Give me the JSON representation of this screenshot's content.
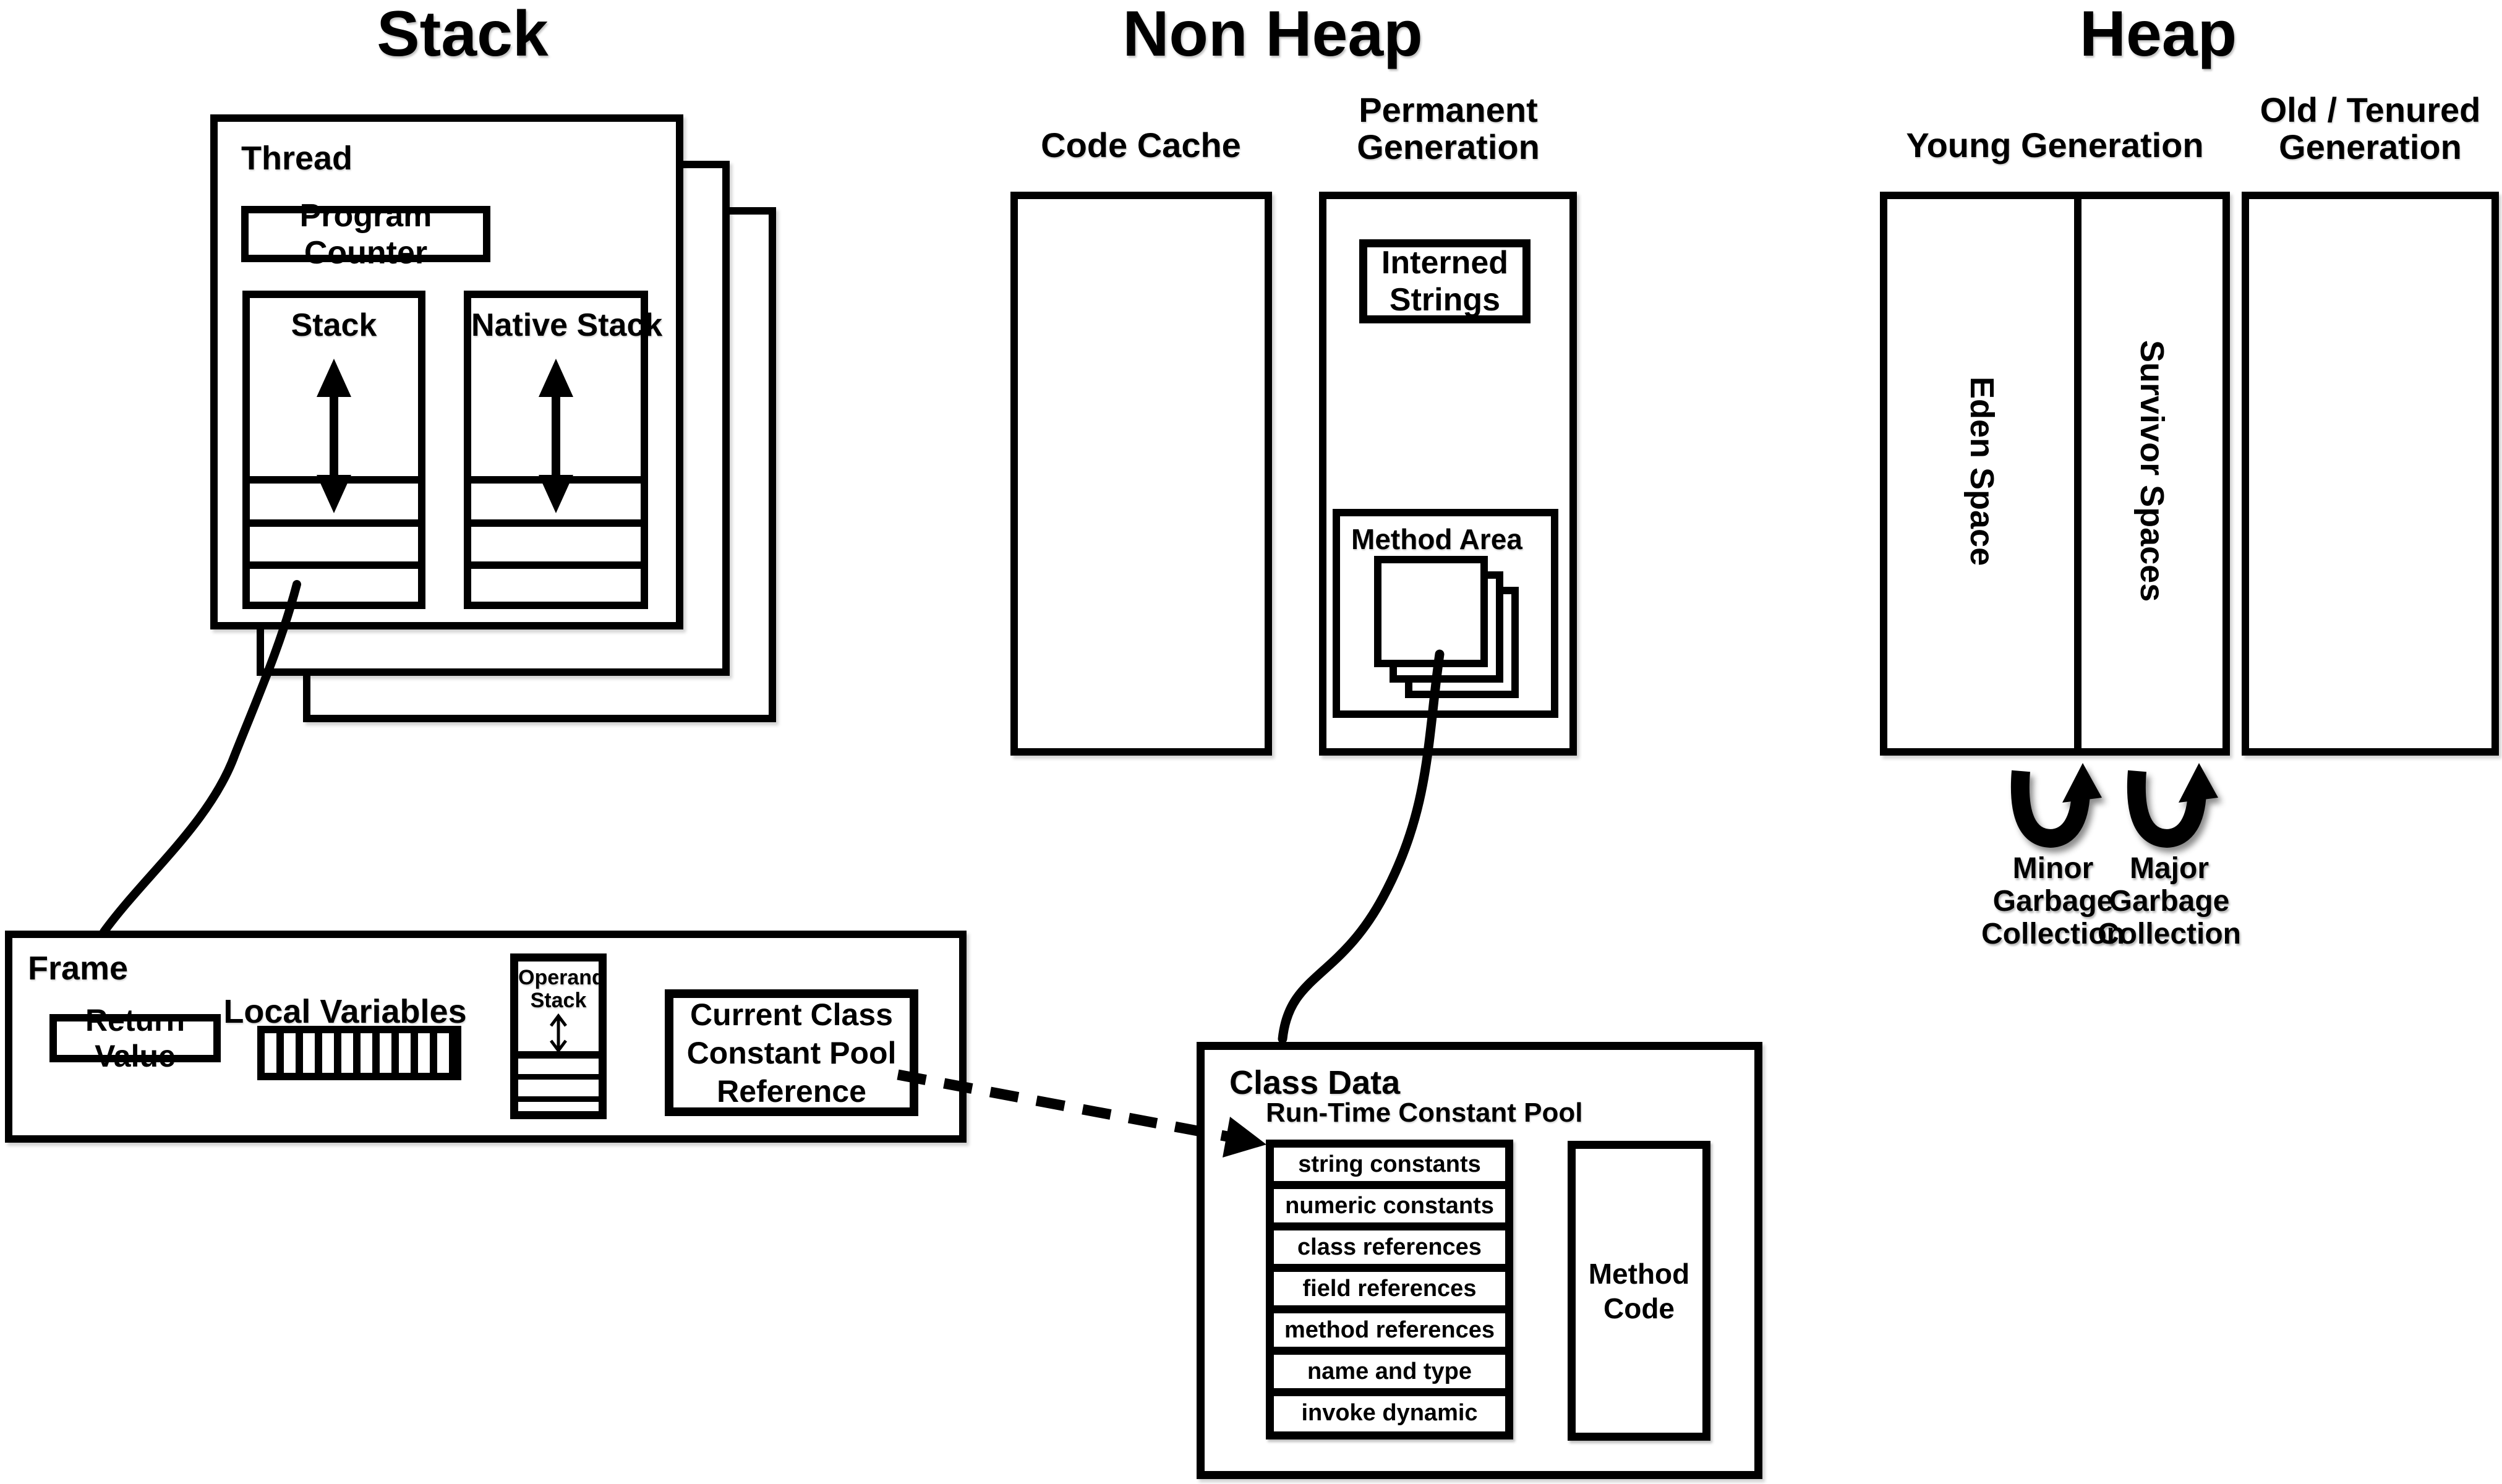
{
  "titles": {
    "stack": "Stack",
    "non_heap": "Non Heap",
    "heap": "Heap"
  },
  "stack_section": {
    "thread_label": "Thread",
    "program_counter": "Program Counter",
    "stack_box_label": "Stack",
    "native_stack_box_label": "Native Stack"
  },
  "frame_section": {
    "frame_label": "Frame",
    "return_value": "Return Value",
    "local_variables": "Local Variables",
    "operand_stack": [
      "Operand",
      "Stack"
    ],
    "current_class_constant_pool_reference": [
      "Current Class",
      "Constant Pool",
      "Reference"
    ]
  },
  "non_heap_section": {
    "code_cache": "Code Cache",
    "permanent_generation": [
      "Permanent",
      "Generation"
    ],
    "interned_strings": [
      "Interned",
      "Strings"
    ],
    "method_area": "Method Area"
  },
  "class_data_section": {
    "label": "Class Data",
    "runtime_constant_pool": "Run-Time Constant Pool",
    "constant_pool_rows": [
      "string constants",
      "numeric constants",
      "class references",
      "field references",
      "method references",
      "name and type",
      "invoke dynamic"
    ],
    "method_code": [
      "Method",
      "Code"
    ]
  },
  "heap_section": {
    "young_generation": "Young Generation",
    "old_tenured_generation": [
      "Old / Tenured",
      "Generation"
    ],
    "eden_space": "Eden Space",
    "survivor_spaces": "Survivor Spaces",
    "minor_gc": [
      "Minor",
      "Garbage",
      "Collection"
    ],
    "major_gc": [
      "Major",
      "Garbage",
      "Collection"
    ]
  },
  "colors": {
    "ink": "#000000",
    "background": "#ffffff"
  }
}
